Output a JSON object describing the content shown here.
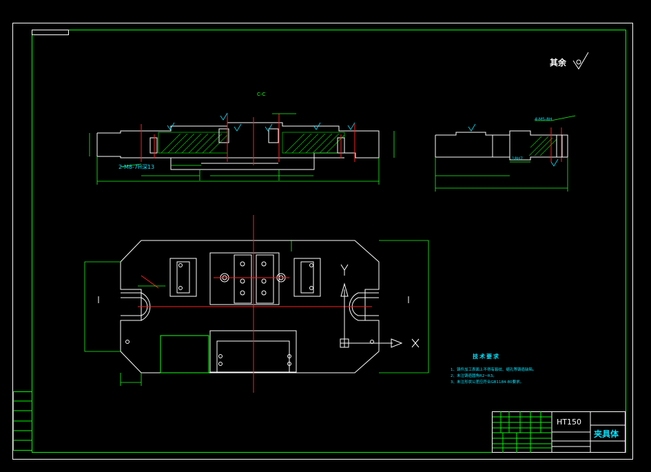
{
  "drawing": {
    "background": "#000000",
    "frame_color": "#00ff00",
    "outline_color": "#ffffff",
    "dimension_color": "#19ff19",
    "centerline_color": "#ff2020",
    "hatch_color": "#00cc00",
    "text_cyan": "#00e5ff"
  },
  "roughness_note": {
    "text": "其余"
  },
  "section_label": "C-C",
  "notes": {
    "title": "技术要求",
    "items": [
      "1、铸件加工表面上不得有裂纹、缩孔等铸造缺陷。",
      "2、未注铸造圆角R2~R3。",
      "3、未注形状公差应符合GB1184-80要求。"
    ]
  },
  "callouts": {
    "tapped_holes": "2-M8-7H深13",
    "side_holes": "4-M5-8H",
    "fit": "18H7"
  },
  "title_block": {
    "material": "HT150",
    "part_name": "夹具体"
  }
}
